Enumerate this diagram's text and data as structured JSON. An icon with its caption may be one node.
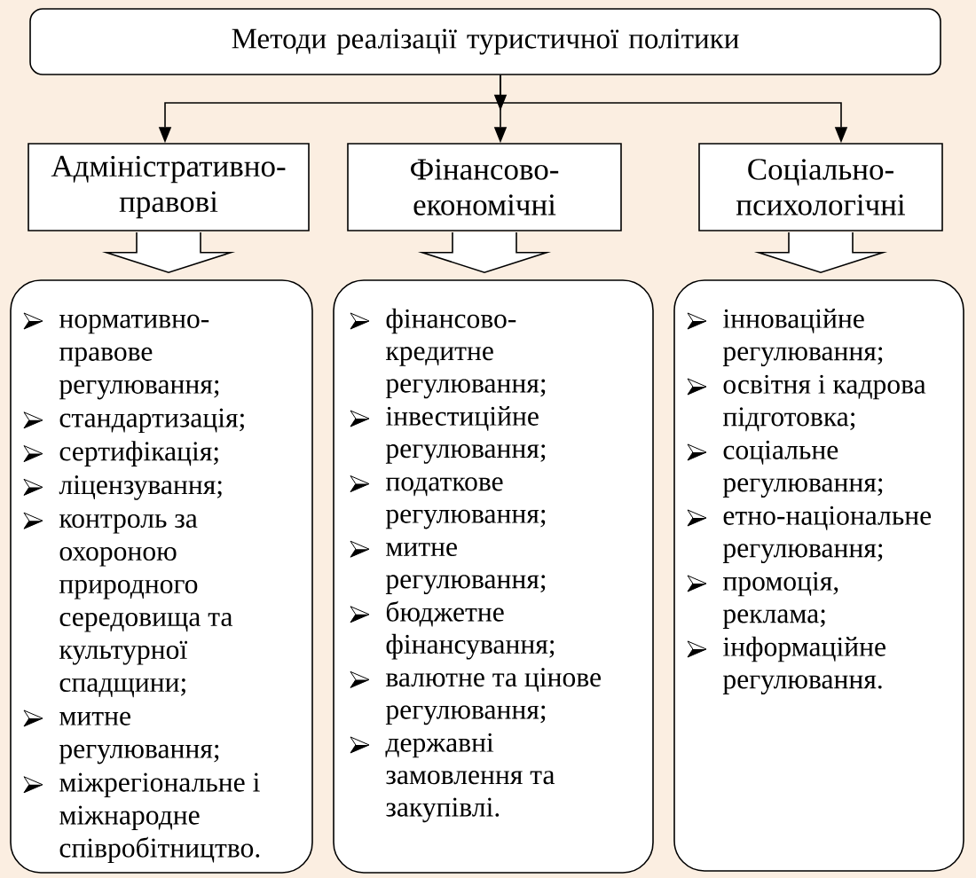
{
  "diagram": {
    "nodes": [
      {
        "text": [
          "Методи реалізації туристичної політики"
        ]
      },
      {
        "text": [
          "Адміністративно-правові"
        ]
      },
      {
        "text": [
          "Фінансово-економічні"
        ]
      },
      {
        "text": [
          "Соціально-психологічні"
        ]
      },
      {
        "text": [
          "нормативно-правове регулювання;",
          "стандартизація;",
          "сертифікація;",
          "ліцензування;",
          "контроль за охороною природного середовища та культурної спадщини;",
          "митне регулювання;",
          "міжрегіональне і міжнародне співробітництво."
        ]
      },
      {
        "text": [
          "фінансово-кредитне регулювання;",
          "інвестиційне регулювання;",
          "податкове регулювання;",
          "митне регулювання;",
          "бюджетне фінансування;",
          "валютне та цінове регулювання;",
          "державні замовлення та закупівлі."
        ]
      },
      {
        "text": [
          "інноваційне регулювання;",
          "освітня і кадрова підготовка;",
          "соціальне регулювання;",
          "етно-національне регулювання;",
          "промоція, реклама;",
          "інформаційне регулювання."
        ]
      }
    ],
    "edges": [
      {
        "from": 0,
        "to": 1,
        "arrow": "to"
      },
      {
        "from": 0,
        "to": 2,
        "arrow": "to"
      },
      {
        "from": 0,
        "to": 3,
        "arrow": "to"
      },
      {
        "from": 1,
        "to": 4,
        "arrow": "to",
        "style": "thick"
      },
      {
        "from": 2,
        "to": 5,
        "arrow": "to",
        "style": "thick"
      },
      {
        "from": 3,
        "to": 6,
        "arrow": "to",
        "style": "thick"
      }
    ]
  }
}
